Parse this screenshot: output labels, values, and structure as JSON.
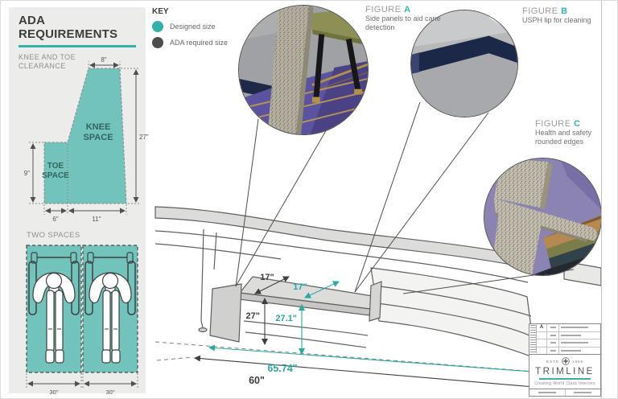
{
  "sidebar": {
    "title": "ADA REQUIREMENTS",
    "clearance": {
      "heading": "KNEE AND TOE CLEARANCE",
      "knee_line1": "KNEE",
      "knee_line2": "SPACE",
      "toe_line1": "TOE",
      "toe_line2": "SPACE",
      "dims": {
        "top": "8\"",
        "right": "27\"",
        "left": "9\"",
        "bottom_left": "6\"",
        "bottom_right": "11\""
      }
    },
    "two_spaces": {
      "heading": "TWO SPACES",
      "dim_left": "30\"",
      "dim_right": "30\""
    }
  },
  "key": {
    "title": "KEY",
    "items": [
      {
        "label": "Designed size",
        "color": "#35b1a8"
      },
      {
        "label": "ADA required size",
        "color": "#4d4d4d"
      }
    ]
  },
  "figures": [
    {
      "prefix": "FIGURE",
      "letter": "A",
      "caption": "Side panels to aid cane detection"
    },
    {
      "prefix": "FIGURE",
      "letter": "B",
      "caption": "USPH lip for cleaning"
    },
    {
      "prefix": "FIGURE",
      "letter": "C",
      "caption": "Health and safety rounded edges"
    }
  ],
  "drawing": {
    "dims": {
      "required_depth": "17\"",
      "designed_depth": "17\"",
      "required_height": "27\"",
      "designed_height": "27.1\"",
      "designed_length": "65.74\"",
      "required_length": "60\""
    }
  },
  "titleblock": {
    "revision_letter": "A",
    "estd": "ESTD",
    "year": "1965",
    "brand": "TRIMLINE",
    "tagline": "Creating World Class Interiors"
  },
  "colors": {
    "teal": "#35b1a8",
    "dark": "#4d4d4d"
  }
}
